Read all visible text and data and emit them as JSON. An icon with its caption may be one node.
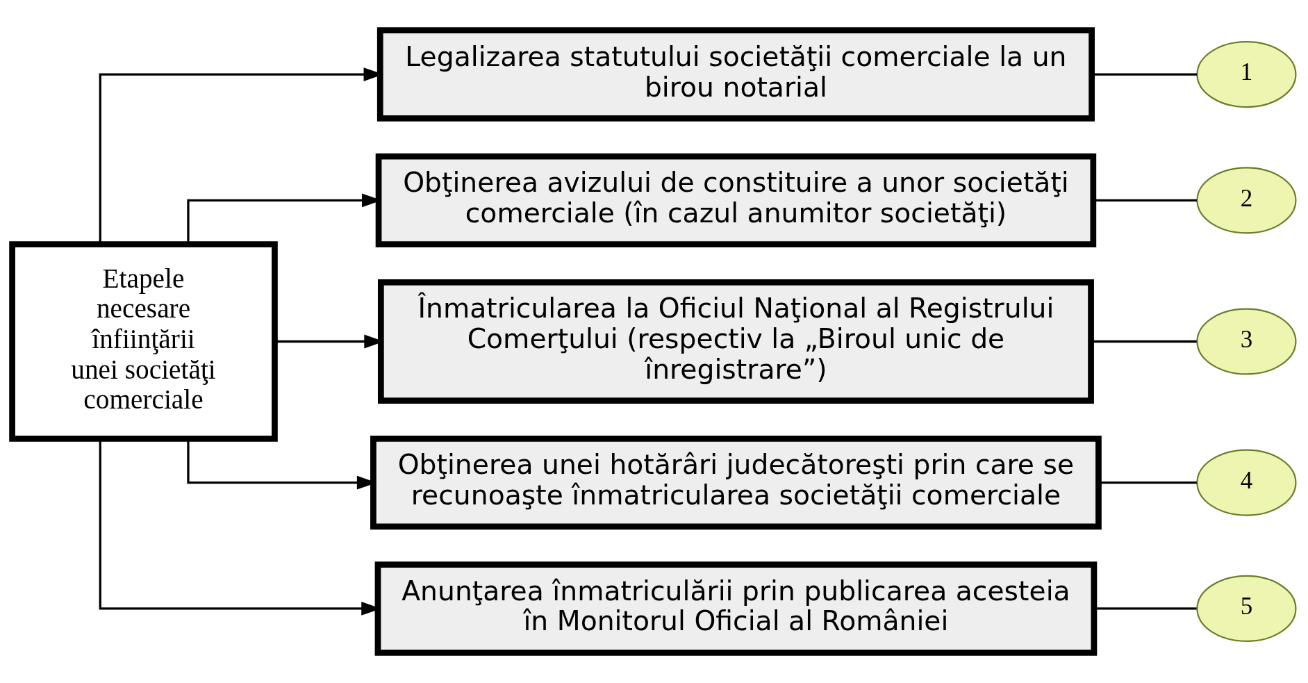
{
  "diagram": {
    "nodes": [
      {
        "text": [
          "Etapele necesare înfiinţării unei societăţi comerciale"
        ]
      },
      {
        "text": [
          "Legalizarea statutului societăţii comerciale la un birou notarial"
        ]
      },
      {
        "text": [
          "Obţinerea avizului de constituire a unor societăţi comerciale (în cazul anumitor societăţi)"
        ]
      },
      {
        "text": [
          "Înmatricularea la Oficiul Naţional al Registrului Comerţului (respectiv la „Biroul unic de înregistrare”)"
        ]
      },
      {
        "text": [
          "Obţinerea unei hotărâri judecătoreşti prin care se recunoaşte înmatricularea societăţii comerciale"
        ]
      },
      {
        "text": [
          "Anunţarea înmatriculării prin publicarea acesteia în Monitorul Oficial al României"
        ]
      },
      {
        "text": [
          "1"
        ]
      },
      {
        "text": [
          "2"
        ]
      },
      {
        "text": [
          "3"
        ]
      },
      {
        "text": [
          "4"
        ]
      },
      {
        "text": [
          "5"
        ]
      }
    ],
    "edges": [
      {
        "from": 0,
        "to": 1,
        "arrow": "to"
      },
      {
        "from": 0,
        "to": 2,
        "arrow": "to"
      },
      {
        "from": 0,
        "to": 3,
        "arrow": "to"
      },
      {
        "from": 0,
        "to": 4,
        "arrow": "to"
      },
      {
        "from": 0,
        "to": 5,
        "arrow": "to"
      },
      {
        "from": 1,
        "to": 6,
        "arrow": "none"
      },
      {
        "from": 2,
        "to": 7,
        "arrow": "none"
      },
      {
        "from": 3,
        "to": 8,
        "arrow": "none"
      },
      {
        "from": 4,
        "to": 9,
        "arrow": "none"
      },
      {
        "from": 5,
        "to": 10,
        "arrow": "none"
      }
    ]
  }
}
